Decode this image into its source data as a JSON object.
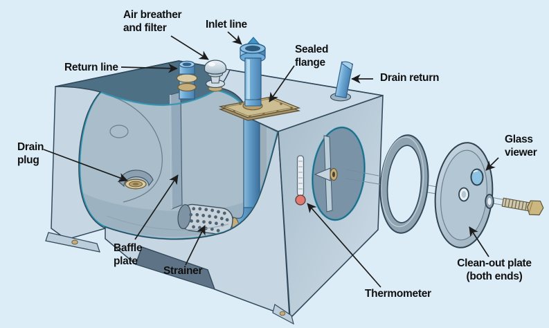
{
  "labels": {
    "air_breather": {
      "line1": "Air breather",
      "line2": "and filter"
    },
    "inlet_line": {
      "line1": "Inlet line"
    },
    "return_line": {
      "line1": "Return line"
    },
    "sealed_flange": {
      "line1": "Sealed",
      "line2": "flange"
    },
    "drain_return": {
      "line1": "Drain return"
    },
    "drain_plug": {
      "line1": "Drain",
      "line2": "plug"
    },
    "glass_viewer": {
      "line1": "Glass",
      "line2": "viewer"
    },
    "baffle_plate": {
      "line1": "Baffle",
      "line2": "plate"
    },
    "strainer": {
      "line1": "Strainer"
    },
    "thermometer": {
      "line1": "Thermometer"
    },
    "clean_out_plate": {
      "line1": "Clean-out plate",
      "line2": "(both ends)"
    }
  },
  "colors": {
    "background": "#dcedf7",
    "label_ink": "#101010",
    "tank_top": "#ccdce8",
    "tank_front": "#c6d7e3",
    "tank_end": "#b2c5d4",
    "interior_dark": "#4e7084",
    "interior_wall": "#a9bdca",
    "cut_edge_teal": "#2d96b5",
    "pipe_blue": "#68a4d2",
    "brass": "#c4ae7d",
    "thermometer_red": "#e07a70",
    "outline": "#31495a"
  }
}
